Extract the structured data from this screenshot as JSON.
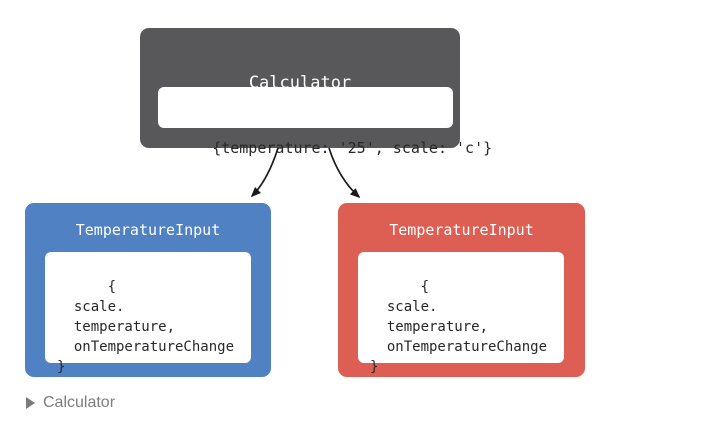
{
  "canvas": {
    "background": "#ffffff"
  },
  "diagram": {
    "root_node": {
      "title": "Calculator",
      "state_text": "{temperature: '25', scale: 'c'}",
      "background": "#58585a",
      "text_color": "#ffffff",
      "code_color": "#282828"
    },
    "child_nodes": [
      {
        "title": "TemperatureInput",
        "props_text": "{\n  scale.\n  temperature,\n  onTemperatureChange\n}",
        "background": "#5081c2"
      },
      {
        "title": "TemperatureInput",
        "props_text": "{\n  scale.\n  temperature,\n  onTemperatureChange\n}",
        "background": "#dd5f53"
      }
    ],
    "arrow_color": "#1b1b1b"
  },
  "tree_panel": {
    "item_label": "Calculator",
    "disclosure_icon": "triangle-right",
    "text_color": "#7d7d7d"
  }
}
